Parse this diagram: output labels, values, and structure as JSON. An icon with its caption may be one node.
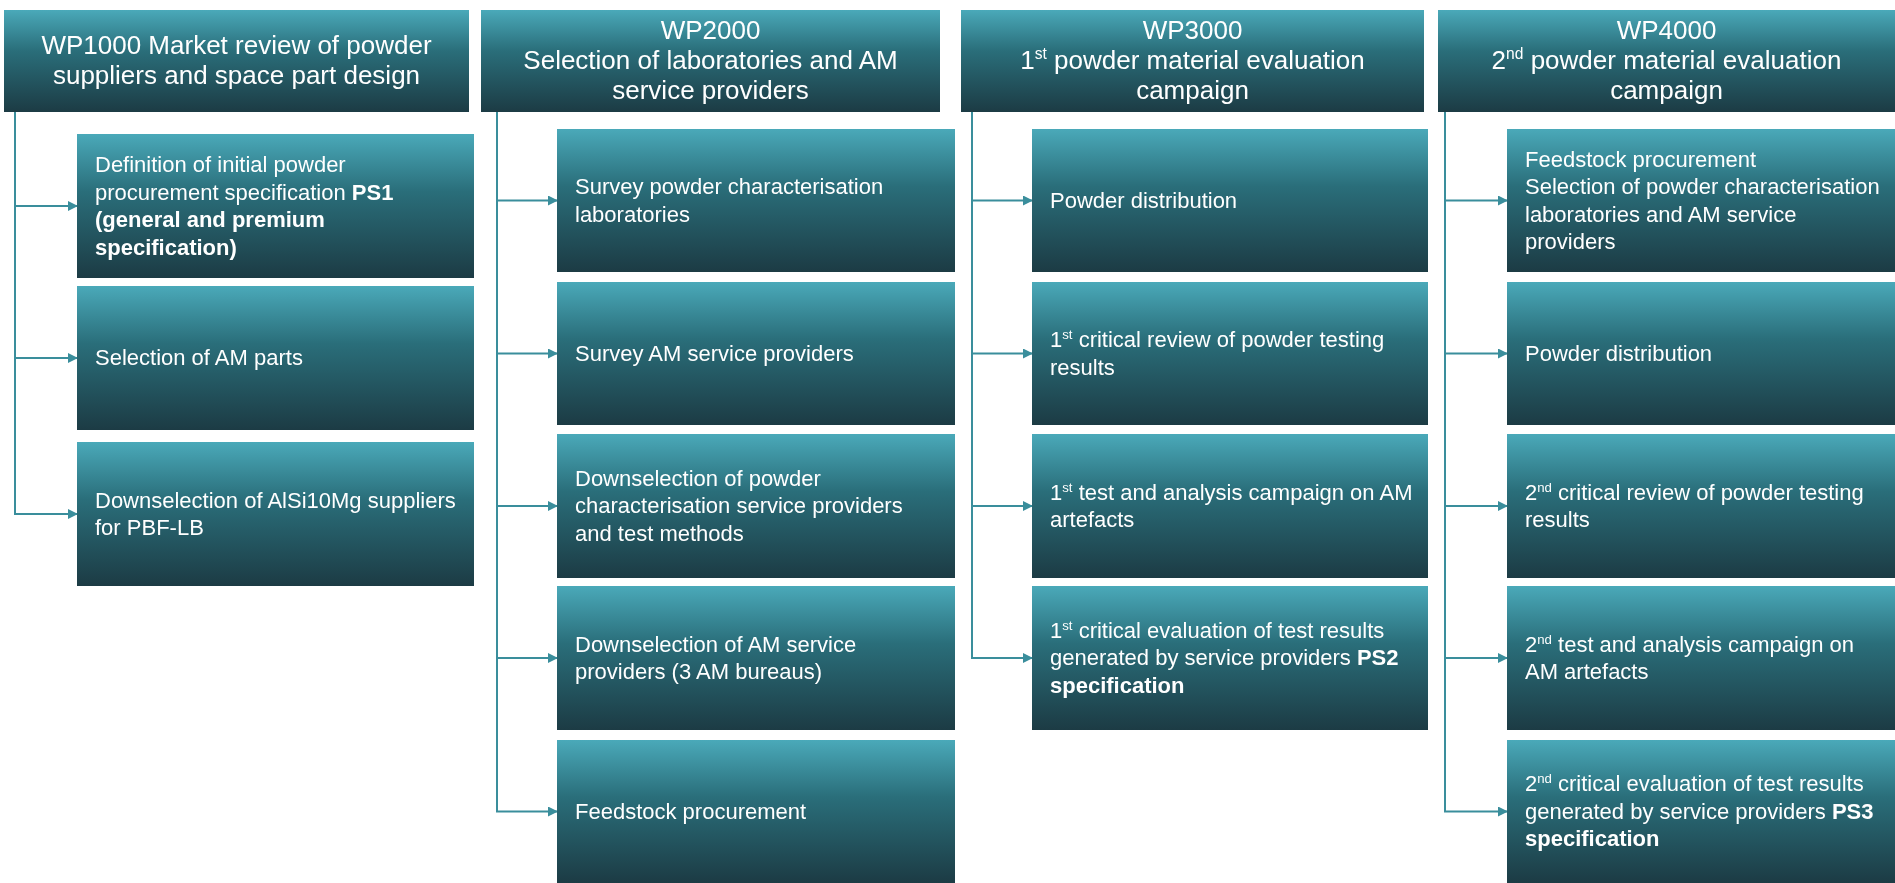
{
  "diagram": {
    "nodes": [
      {
        "text": [
          "WP1000 Market review of powder suppliers and space part design"
        ]
      },
      {
        "text": [
          "Definition of initial powder procurement specification **PS1 (general and premium specification)**"
        ]
      },
      {
        "text": [
          "Selection of AM parts"
        ]
      },
      {
        "text": [
          "Downselection of AlSi10Mg suppliers for PBF-LB"
        ]
      },
      {
        "text": [
          "WP2000",
          "Selection of laboratories and AM service providers"
        ]
      },
      {
        "text": [
          "Survey powder characterisation laboratories"
        ]
      },
      {
        "text": [
          "Survey AM service providers"
        ]
      },
      {
        "text": [
          "Downselection of powder characterisation service providers and test methods"
        ]
      },
      {
        "text": [
          "Downselection of AM service providers (3 AM bureaus)"
        ]
      },
      {
        "text": [
          "Feedstock procurement"
        ]
      },
      {
        "text": [
          "WP3000",
          "1$^{st}$ powder material evaluation campaign"
        ]
      },
      {
        "text": [
          "Powder distribution"
        ]
      },
      {
        "text": [
          "1$^{st}$ critical review of powder testing results"
        ]
      },
      {
        "text": [
          "1$^{st}$ test and analysis campaign on AM artefacts"
        ]
      },
      {
        "text": [
          "1$^{st}$ critical evaluation of test results generated by service providers **PS2 specification**"
        ]
      },
      {
        "text": [
          "WP4000",
          "2$^{nd}$ powder material evaluation campaign"
        ]
      },
      {
        "text": [
          "Feedstock procurement",
          "Selection of powder characterisation laboratories and AM service providers"
        ]
      },
      {
        "text": [
          "Powder distribution"
        ]
      },
      {
        "text": [
          "2$^{nd}$ critical review of powder testing results"
        ]
      },
      {
        "text": [
          "2$^{nd}$ test and analysis campaign on AM artefacts"
        ]
      },
      {
        "text": [
          "2$^{nd}$ critical evaluation of test results generated by service providers **PS3 specification**"
        ]
      }
    ],
    "edges": [
      {
        "from": 0,
        "to": 1,
        "arrow": "to"
      },
      {
        "from": 0,
        "to": 2,
        "arrow": "to"
      },
      {
        "from": 0,
        "to": 3,
        "arrow": "to"
      },
      {
        "from": 4,
        "to": 5,
        "arrow": "to"
      },
      {
        "from": 4,
        "to": 6,
        "arrow": "to"
      },
      {
        "from": 4,
        "to": 7,
        "arrow": "to"
      },
      {
        "from": 4,
        "to": 8,
        "arrow": "to"
      },
      {
        "from": 4,
        "to": 9,
        "arrow": "to"
      },
      {
        "from": 10,
        "to": 11,
        "arrow": "to"
      },
      {
        "from": 10,
        "to": 12,
        "arrow": "to"
      },
      {
        "from": 10,
        "to": 13,
        "arrow": "to"
      },
      {
        "from": 10,
        "to": 14,
        "arrow": "to"
      },
      {
        "from": 15,
        "to": 16,
        "arrow": "to"
      },
      {
        "from": 15,
        "to": 17,
        "arrow": "to"
      },
      {
        "from": 15,
        "to": 18,
        "arrow": "to"
      },
      {
        "from": 15,
        "to": 19,
        "arrow": "to"
      },
      {
        "from": 15,
        "to": 20,
        "arrow": "to"
      }
    ]
  }
}
